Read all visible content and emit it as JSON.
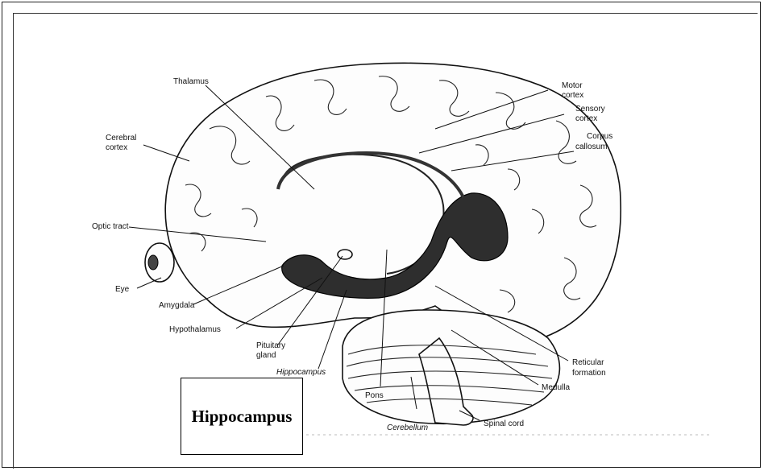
{
  "caption": "Hippocampus",
  "labels": {
    "thalamus": "Thalamus",
    "motor_cortex_1": "Motor",
    "motor_cortex_2": "cortex",
    "sensory_cortex_1": "Sensory",
    "sensory_cortex_2": "cortex",
    "corpus_callosum_1": "Corpus",
    "corpus_callosum_2": "callosum",
    "cerebral_cortex_1": "Cerebral",
    "cerebral_cortex_2": "cortex",
    "optic_tract": "Optic tract",
    "eye": "Eye",
    "amygdala": "Amygdala",
    "hypothalamus": "Hypothalamus",
    "pituitary_1": "Pituitary",
    "pituitary_2": "gland",
    "hippocampus": "Hippocampus",
    "pons": "Pons",
    "cerebellum": "Cerebellum",
    "spinal_cord": "Spinal cord",
    "medulla": "Medulla",
    "reticular_1": "Reticular",
    "reticular_2": "formation"
  }
}
